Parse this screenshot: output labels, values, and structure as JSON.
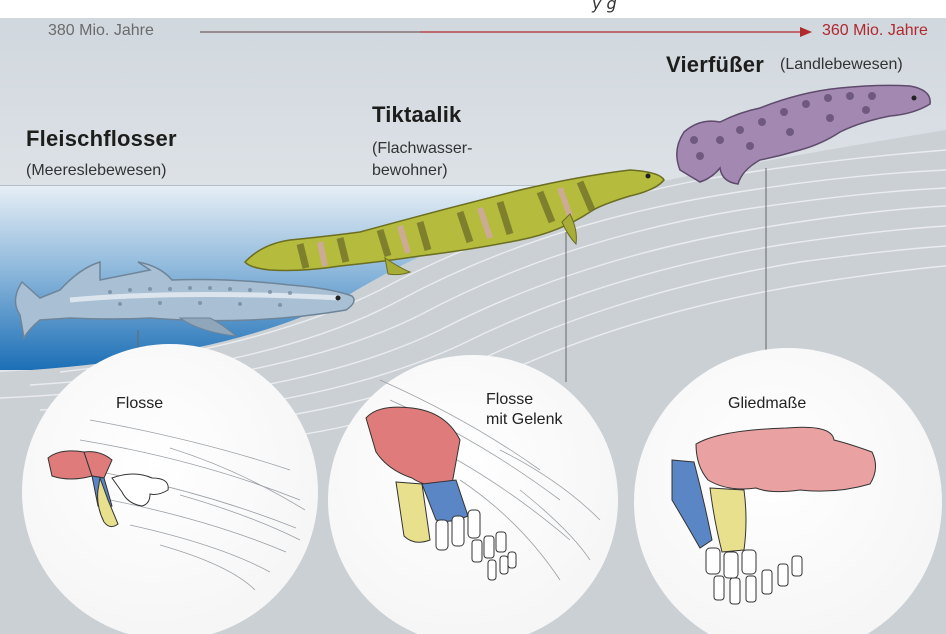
{
  "timeline": {
    "start": "380 Mio. Jahre",
    "end": "360 Mio. Jahre",
    "arrow_color": "#b1282d"
  },
  "clipped_heading": "y                                         g",
  "stages": [
    {
      "title": "Fleischflosser",
      "subtitle": "(Meereslebewesen)",
      "detail": "Flosse",
      "color": "#9bb3c6"
    },
    {
      "title": "Tiktaalik",
      "subtitle": "(Flachwasser-\nbewohner)",
      "detail": "Flosse\nmit Gelenk",
      "color": "#a7b13a"
    },
    {
      "title": "Vierfüßer",
      "subtitle": "(Landlebewesen)",
      "detail": "Gliedmaße",
      "color": "#9b7fa8"
    }
  ],
  "bone_colors": {
    "humerus": "#e07b7b",
    "radius": "#5b86c6",
    "ulna": "#e9e08e",
    "digits": "#ffffff"
  }
}
